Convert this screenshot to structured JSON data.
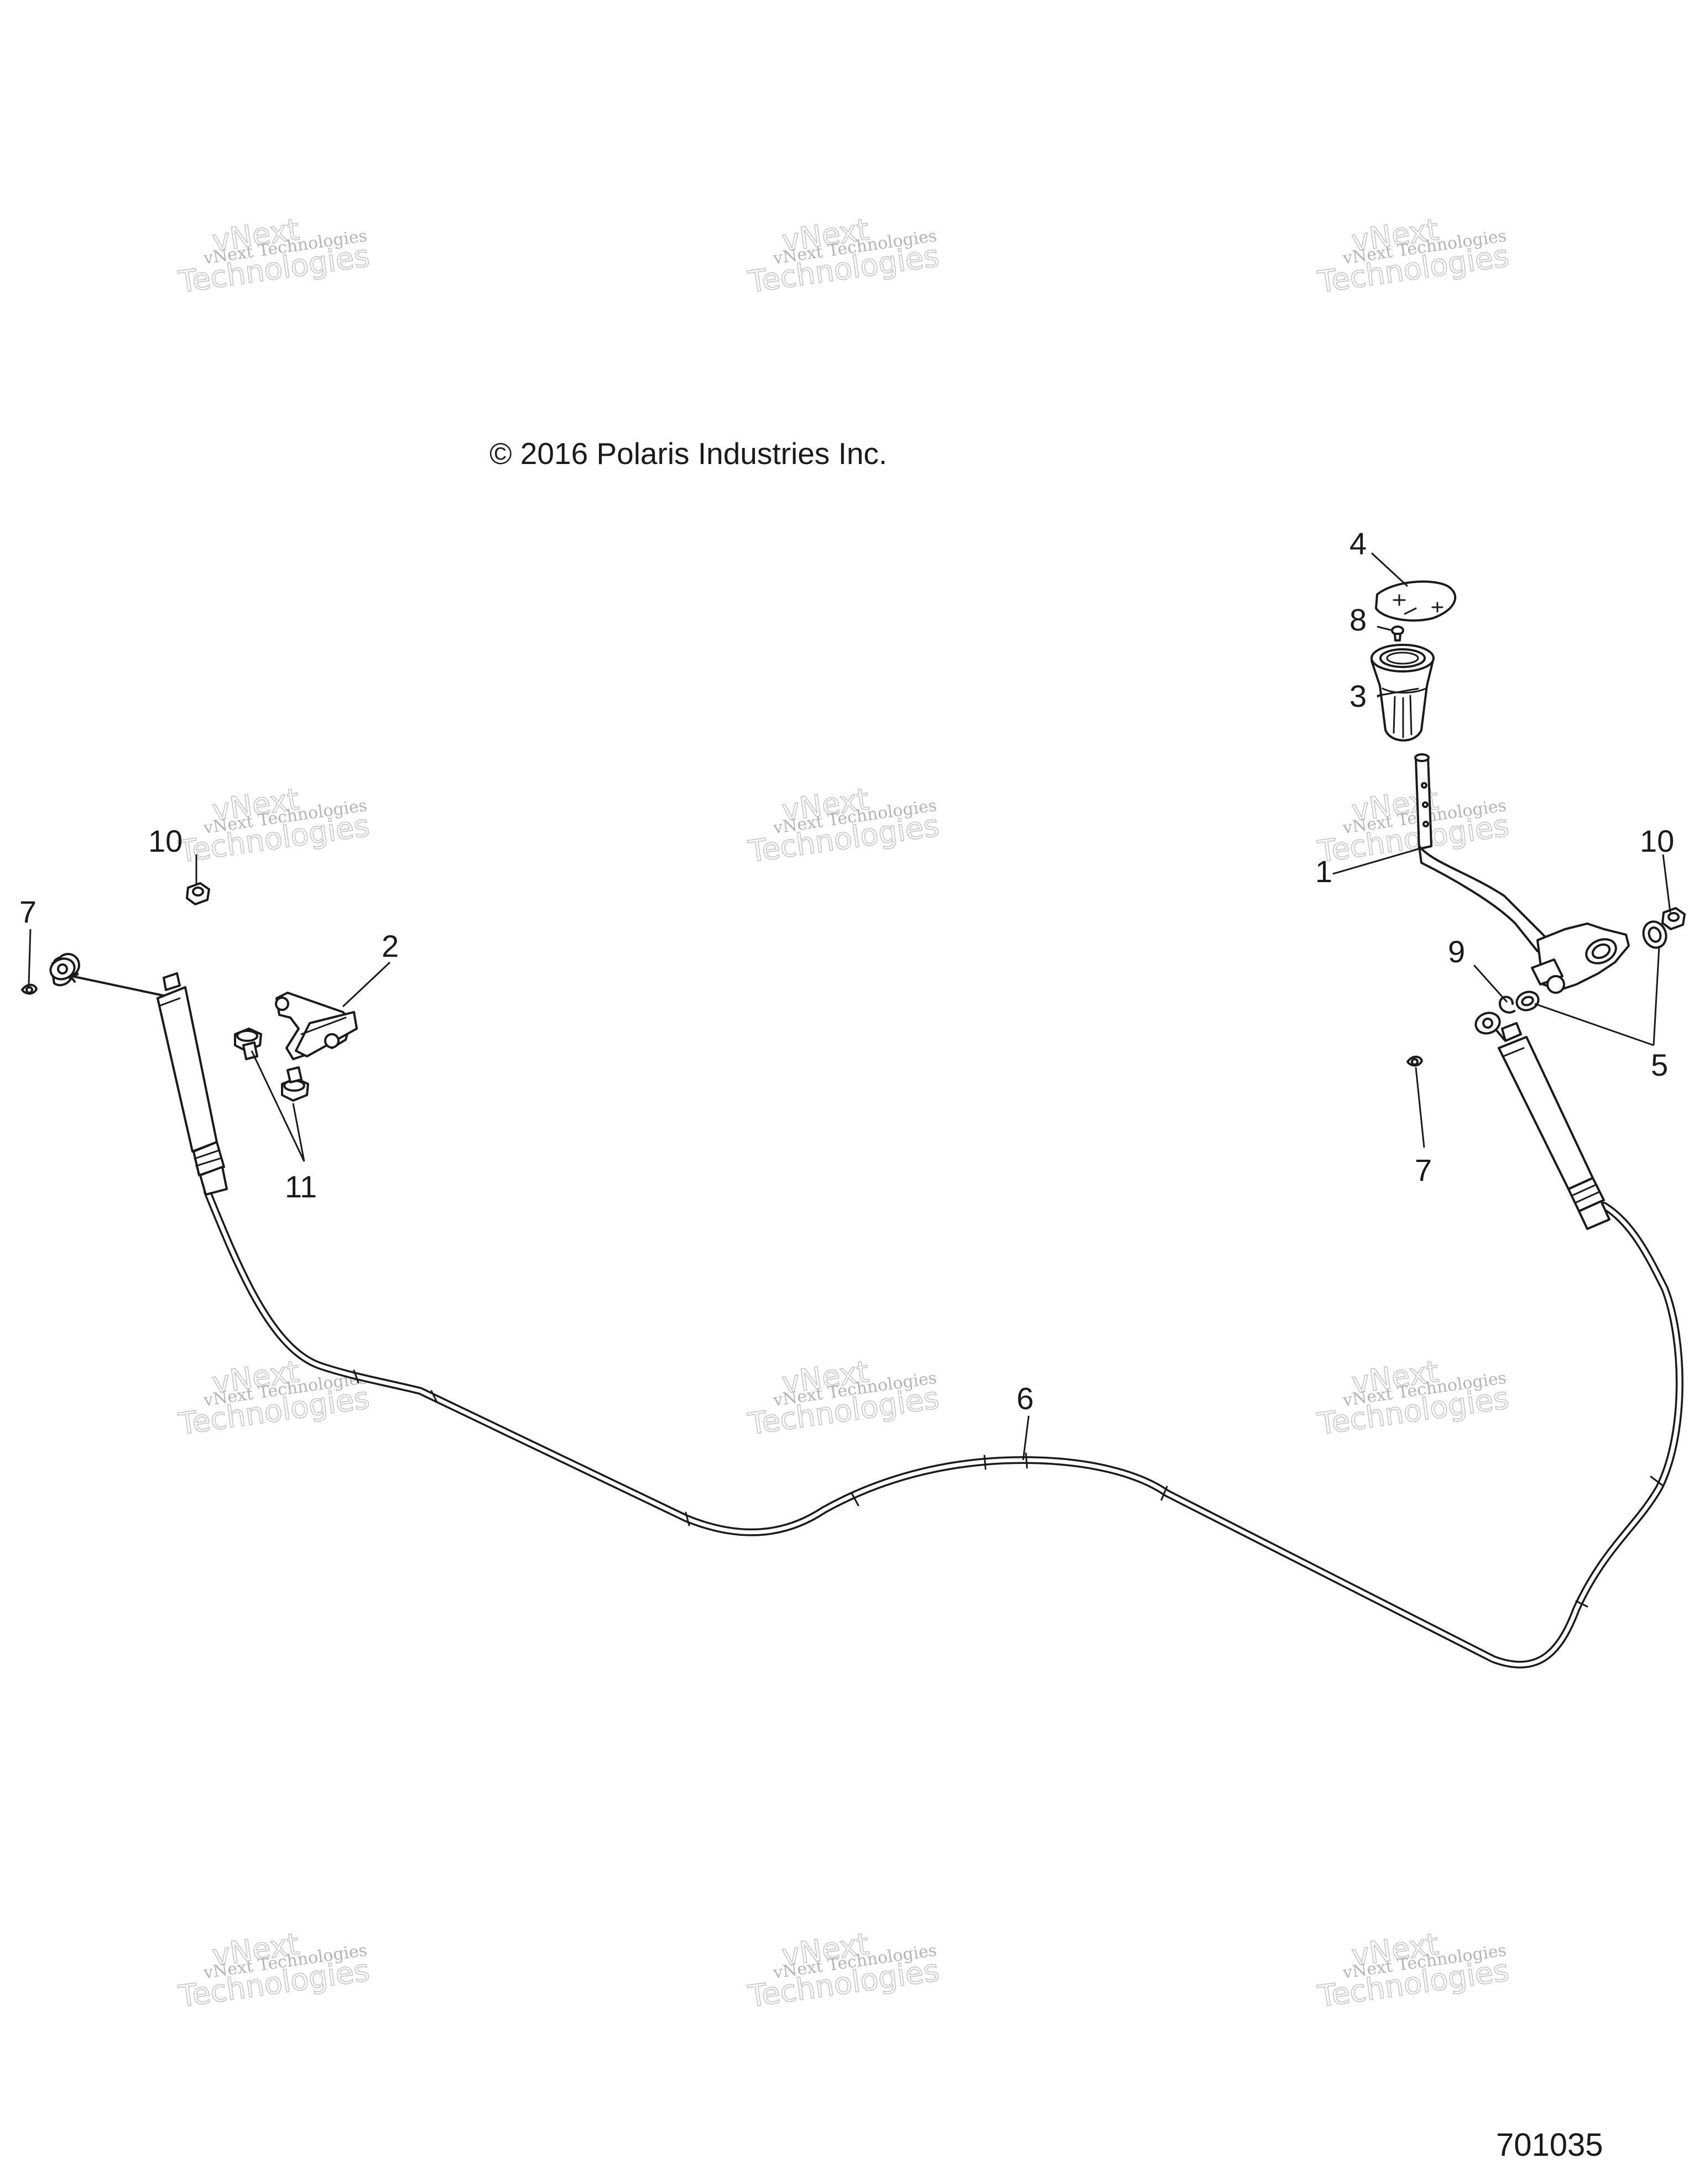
{
  "copyright": "© 2016 Polaris Industries Inc.",
  "diagram_id": "701035",
  "watermark": {
    "line1": "vNext Technologies",
    "line2": "vNext",
    "line3": "Technologies"
  },
  "callouts": {
    "c1": "1",
    "c2": "2",
    "c3": "3",
    "c4": "4",
    "c5": "5",
    "c6": "6",
    "c7_left": "7",
    "c7_right": "7",
    "c8": "8",
    "c9": "9",
    "c10_left": "10",
    "c10_right": "10",
    "c11": "11"
  }
}
